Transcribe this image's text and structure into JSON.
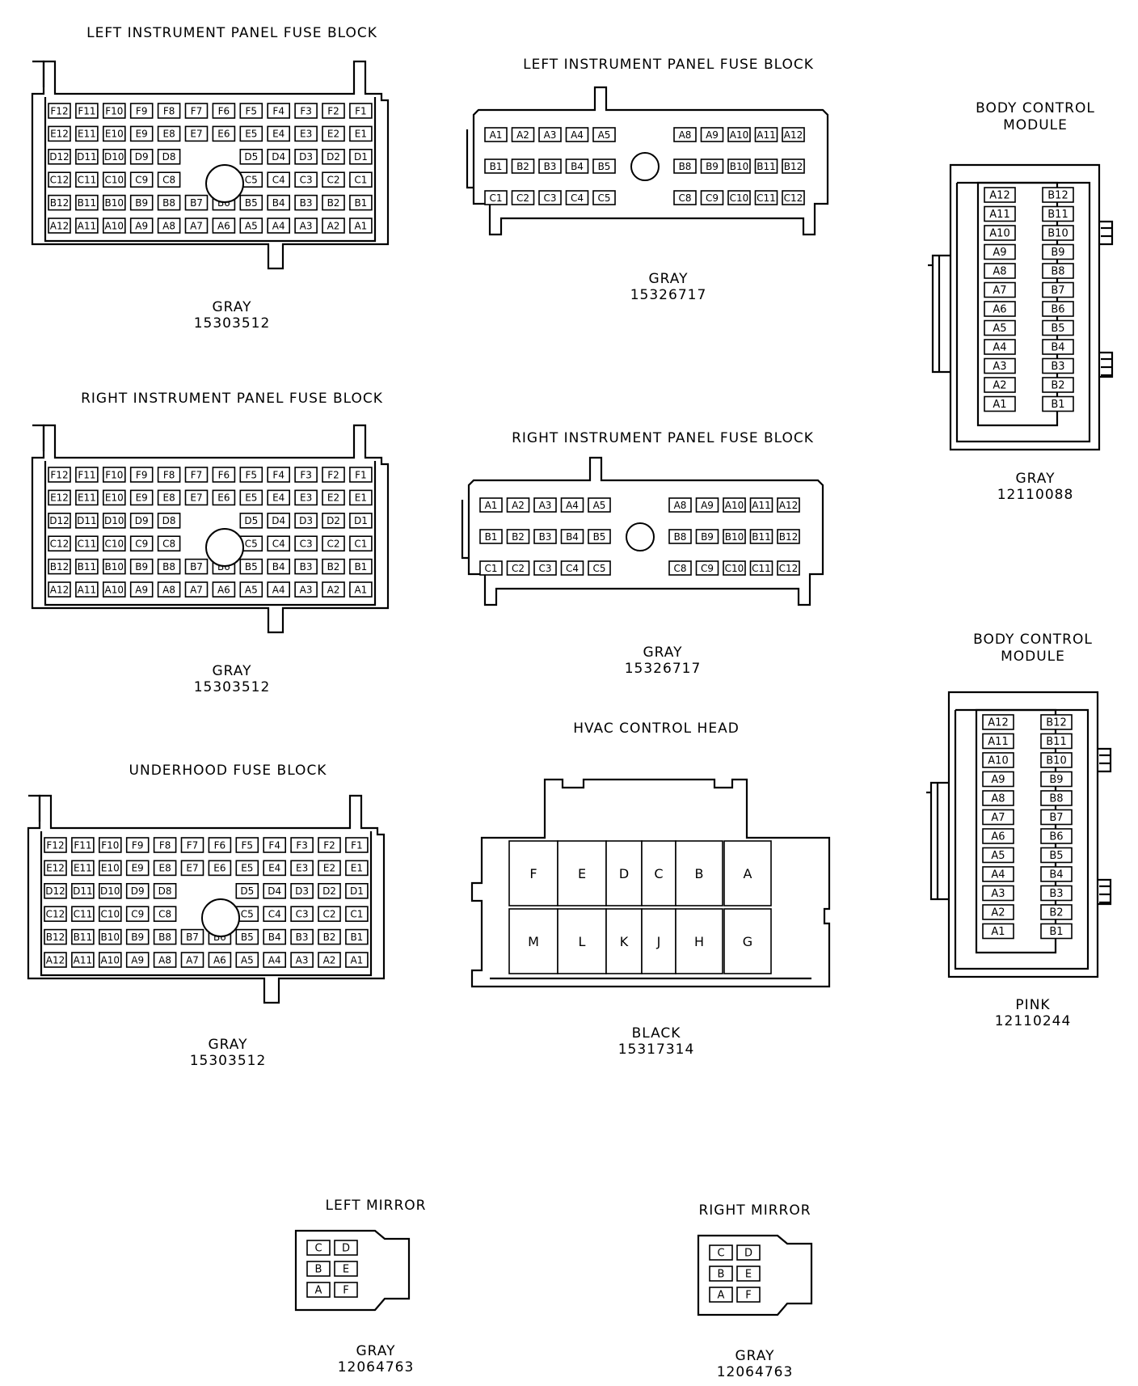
{
  "connectors": [
    {
      "id": "lipfb_big",
      "title": "LEFT INSTRUMENT PANEL FUSE BLOCK",
      "color": "GRAY",
      "part": "15303512"
    },
    {
      "id": "lipfb_small",
      "title": "LEFT INSTRUMENT PANEL FUSE BLOCK",
      "color": "GRAY",
      "part": "15326717"
    },
    {
      "id": "bcm_gray",
      "title": "BODY CONTROL MODULE",
      "color": "GRAY",
      "part": "12110088"
    },
    {
      "id": "ripfb_big",
      "title": "RIGHT INSTRUMENT PANEL FUSE BLOCK",
      "color": "GRAY",
      "part": "15303512"
    },
    {
      "id": "ripfb_small",
      "title": "RIGHT INSTRUMENT PANEL FUSE BLOCK",
      "color": "GRAY",
      "part": "15326717"
    },
    {
      "id": "bcm_pink",
      "title": "BODY CONTROL MODULE",
      "color": "PINK",
      "part": "12110244"
    },
    {
      "id": "ufb",
      "title": "UNDERHOOD FUSE BLOCK",
      "color": "GRAY",
      "part": "15303512"
    },
    {
      "id": "hvac",
      "title": "HVAC CONTROL HEAD",
      "color": "BLACK",
      "part": "15317314"
    },
    {
      "id": "lmirror",
      "title": "LEFT MIRROR",
      "color": "GRAY",
      "part": "12064763"
    },
    {
      "id": "rmirror",
      "title": "RIGHT MIRROR",
      "color": "GRAY",
      "part": "12064763"
    }
  ],
  "big_block_rows": [
    [
      "F12",
      "F11",
      "F10",
      "F9",
      "F8",
      "F7",
      "F6",
      "F5",
      "F4",
      "F3",
      "F2",
      "F1"
    ],
    [
      "E12",
      "E11",
      "E10",
      "E9",
      "E8",
      "E7",
      "E6",
      "E5",
      "E4",
      "E3",
      "E2",
      "E1"
    ],
    [
      "D12",
      "D11",
      "D10",
      "D9",
      "D8",
      "",
      "",
      "D5",
      "D4",
      "D3",
      "D2",
      "D1"
    ],
    [
      "C12",
      "C11",
      "C10",
      "C9",
      "C8",
      "",
      "",
      "C5",
      "C4",
      "C3",
      "C2",
      "C1"
    ],
    [
      "B12",
      "B11",
      "B10",
      "B9",
      "B8",
      "B7",
      "B6",
      "B5",
      "B4",
      "B3",
      "B2",
      "B1"
    ],
    [
      "A12",
      "A11",
      "A10",
      "A9",
      "A8",
      "A7",
      "A6",
      "A5",
      "A4",
      "A3",
      "A2",
      "A1"
    ]
  ],
  "small_block_rows": [
    {
      "left": [
        "A1",
        "A2",
        "A3",
        "A4",
        "A5"
      ],
      "right": [
        "A8",
        "A9",
        "A10",
        "A11",
        "A12"
      ]
    },
    {
      "left": [
        "B1",
        "B2",
        "B3",
        "B4",
        "B5"
      ],
      "right": [
        "B8",
        "B9",
        "B10",
        "B11",
        "B12"
      ]
    },
    {
      "left": [
        "C1",
        "C2",
        "C3",
        "C4",
        "C5"
      ],
      "right": [
        "C8",
        "C9",
        "C10",
        "C11",
        "C12"
      ]
    }
  ],
  "bcm_cols": {
    "a": [
      "A12",
      "A11",
      "A10",
      "A9",
      "A8",
      "A7",
      "A6",
      "A5",
      "A4",
      "A3",
      "A2",
      "A1"
    ],
    "b": [
      "B12",
      "B11",
      "B10",
      "B9",
      "B8",
      "B7",
      "B6",
      "B5",
      "B4",
      "B3",
      "B2",
      "B1"
    ]
  },
  "hvac_top": [
    "F",
    "E",
    "D",
    "C",
    "B",
    "A"
  ],
  "hvac_bottom": [
    "M",
    "L",
    "K",
    "J",
    "H",
    "G"
  ],
  "mirror_rows": [
    [
      "C",
      "D"
    ],
    [
      "B",
      "E"
    ],
    [
      "A",
      "F"
    ]
  ]
}
